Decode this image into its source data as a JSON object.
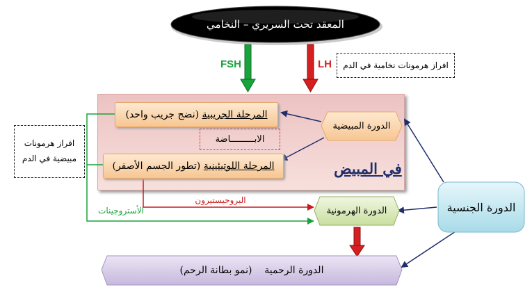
{
  "top_node": "المعقد تحت السريري – النخامي",
  "hormones": {
    "fsh": "FSH",
    "lh": "LH"
  },
  "pituitary_note": "افراز هرمونات نخامية  في الدم",
  "ovary": {
    "label": "في المبيض",
    "follicular_phase": {
      "name": "المرحلة الجريبية",
      "detail": "(نضج جريب واحد)"
    },
    "luteal_phase": {
      "name": "المرحلة اللوتيئينية",
      "detail": "(تطور الجسم الأصفر)"
    },
    "ovulation": "الابـــــــــاضة"
  },
  "ovarian_cycle": "الدورة المبيضية",
  "ovarian_note": "افراز هرمونات مبيضية في الدم",
  "hormonal_cycle": "الدورة الهرمونية",
  "progesterone": "البروجيستيرون",
  "estrogens": "الأستروجينات",
  "sexual_cycle": "الدورة الجنسية",
  "uterine_cycle": {
    "name": "الدورة الرحمية",
    "detail": "(نمو بطانة الرحم)"
  },
  "colors": {
    "fsh": "#1aa33c",
    "lh": "#d42020",
    "navy": "#1f2d6b",
    "progesterone": "#cc1a1a",
    "estrogens": "#1aa33c"
  }
}
